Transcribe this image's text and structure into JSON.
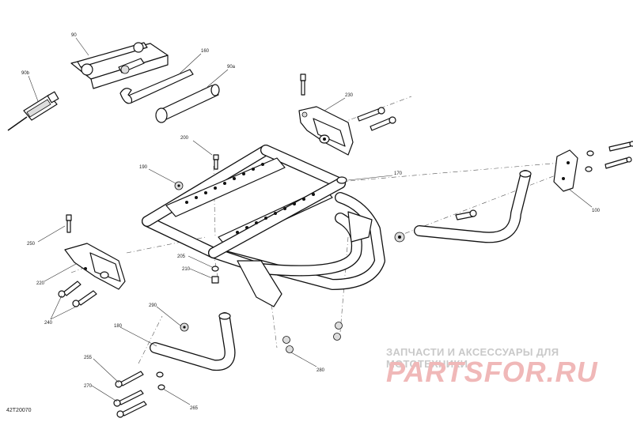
{
  "callouts": {
    "c90": "90",
    "c160": "160",
    "c90a": "90a",
    "c90b": "90b",
    "c230": "230",
    "c200": "200",
    "c190": "190",
    "c170": "170",
    "c100": "100",
    "c250": "250",
    "c205": "205",
    "c210": "210",
    "c220": "220",
    "c240": "240",
    "c290": "290",
    "c180": "180",
    "c255": "255",
    "c270": "270",
    "c265": "265",
    "c280": "280"
  },
  "watermark": {
    "tagline": "ЗАПЧАСТИ И АКСЕССУАРЫ ДЛЯ МОТОТЕХНИКИ",
    "logo": "PARTSFOR.RU"
  },
  "document_id": "42T20070",
  "colors": {
    "line": "#111111",
    "watermark_text": "#c9c9c9",
    "watermark_logo": "#f0b8b8"
  }
}
